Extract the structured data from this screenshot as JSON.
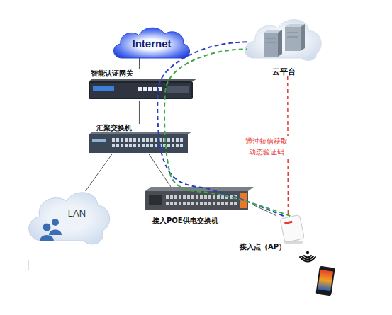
{
  "diagram": {
    "nodes": [
      {
        "text": [
          "Internet"
        ]
      },
      {
        "text": [
          "云平台"
        ]
      },
      {
        "text": [
          "智能认证网关"
        ]
      },
      {
        "text": [
          "汇聚交换机"
        ]
      },
      {
        "text": [
          "LAN"
        ]
      },
      {
        "text": [
          "接入POE供电交换机"
        ]
      },
      {
        "text": [
          "接入点（AP）"
        ]
      }
    ],
    "edges": [
      {
        "from": 2,
        "to": 0,
        "arrow": "none"
      },
      {
        "from": 2,
        "to": 3,
        "arrow": "none"
      },
      {
        "from": 3,
        "to": 4,
        "arrow": "none"
      },
      {
        "from": 3,
        "to": 5,
        "arrow": "none"
      },
      {
        "from": 5,
        "to": 6,
        "arrow": "none"
      },
      {
        "from": 6,
        "to": 1,
        "arrow": "none"
      },
      {
        "from": 6,
        "to": 1,
        "arrow": "none"
      },
      {
        "from": 1,
        "to": 6,
        "label": "通过短信获取 动态验证码",
        "arrow": "none"
      }
    ]
  }
}
